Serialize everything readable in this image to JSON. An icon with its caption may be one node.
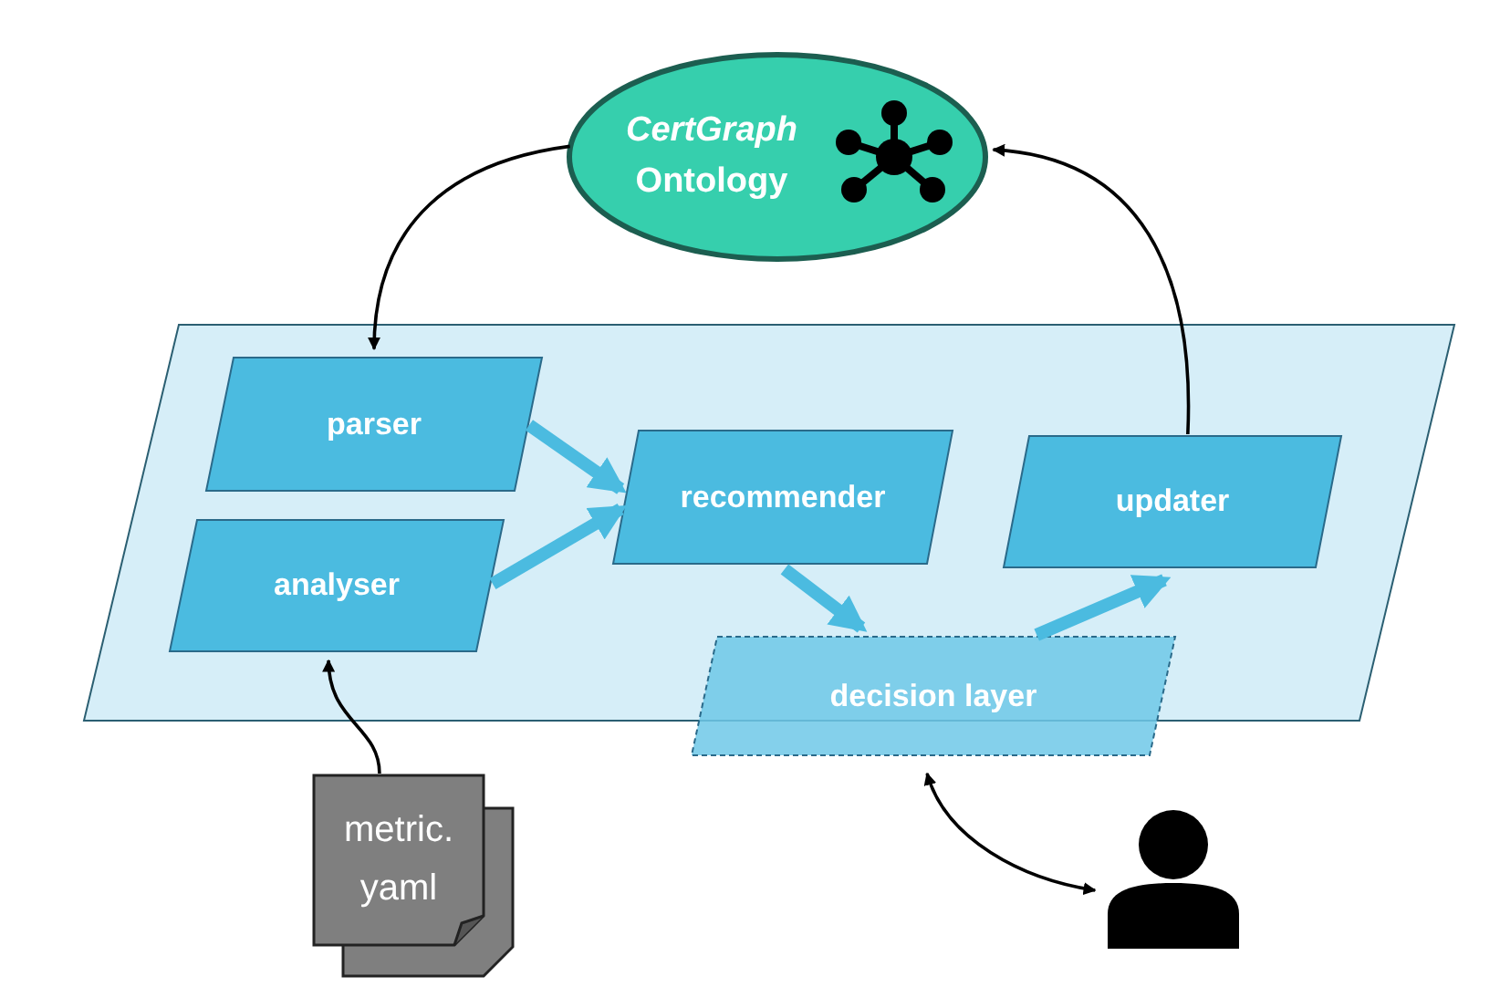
{
  "diagram": {
    "nodes": [
      {
        "text": [
          "*CertGraph* Ontology"
        ]
      },
      {
        "text": [],
        "shape": "parallelogram"
      },
      {
        "text": [
          "parser"
        ],
        "in": 1
      },
      {
        "text": [
          "analyser"
        ],
        "in": 1
      },
      {
        "text": [
          "recommender"
        ],
        "in": 1
      },
      {
        "text": [
          "updater"
        ],
        "in": 1
      },
      {
        "text": [
          "decision layer"
        ]
      },
      {
        "text": [
          "metric. yaml"
        ]
      },
      {
        "text": [],
        "shape": "person"
      }
    ],
    "edges": [
      {
        "from": 0,
        "to": 2,
        "arrow": "to"
      },
      {
        "from": 5,
        "to": 0,
        "arrow": "to"
      },
      {
        "from": 2,
        "to": 4,
        "arrow": "to",
        "style": "thick",
        "color": "#4bbbe0"
      },
      {
        "from": 3,
        "to": 4,
        "arrow": "to",
        "style": "thick",
        "color": "#4bbbe0"
      },
      {
        "from": 4,
        "to": 6,
        "arrow": "to",
        "style": "thick",
        "color": "#4bbbe0"
      },
      {
        "from": 6,
        "to": 5,
        "arrow": "to",
        "style": "thick",
        "color": "#4bbbe0"
      },
      {
        "from": 7,
        "to": 3,
        "arrow": "to"
      },
      {
        "from": 6,
        "to": 8,
        "arrow": "both"
      }
    ]
  }
}
